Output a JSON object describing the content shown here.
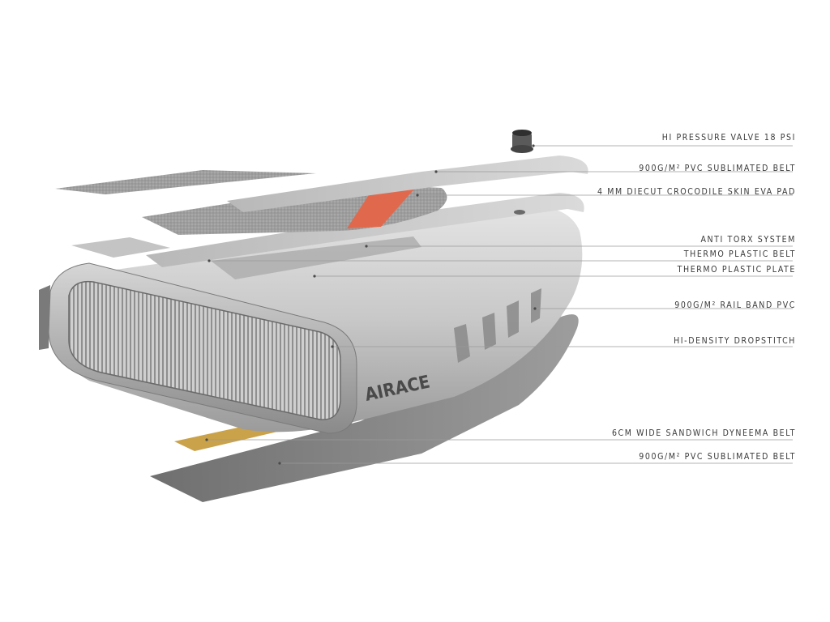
{
  "brand": {
    "logo_text": "AIRACE"
  },
  "callouts": [
    {
      "id": "valve",
      "label": "HI PRESSURE VALVE 18 PSI"
    },
    {
      "id": "top-belt",
      "label": "900G/M² PVC SUBLIMATED BELT"
    },
    {
      "id": "eva-pad",
      "label": "4 MM DIECUT CROCODILE SKIN EVA PAD"
    },
    {
      "id": "anti-torx",
      "label": "ANTI TORX SYSTEM"
    },
    {
      "id": "thermo-belt",
      "label": "THERMO PLASTIC BELT"
    },
    {
      "id": "thermo-plate",
      "label": "THERMO PLASTIC PLATE"
    },
    {
      "id": "rail-band",
      "label": "900G/M² RAIL BAND PVC"
    },
    {
      "id": "dropstitch",
      "label": "HI-DENSITY DROPSTITCH"
    },
    {
      "id": "dyneema-belt",
      "label": "6CM WIDE SANDWICH DYNEEMA BELT"
    },
    {
      "id": "bottom-belt",
      "label": "900G/M² PVC SUBLIMATED BELT"
    }
  ],
  "colors": {
    "background": "#ffffff",
    "board_body": "#c9c9c9",
    "board_dark": "#8e8e8e",
    "eva_pad": "#a9a9a9",
    "eva_accent": "#e0694d",
    "dyneema": "#c9a24a",
    "leader_line": "#9a9a9a",
    "label_text": "#3a3a3a"
  }
}
